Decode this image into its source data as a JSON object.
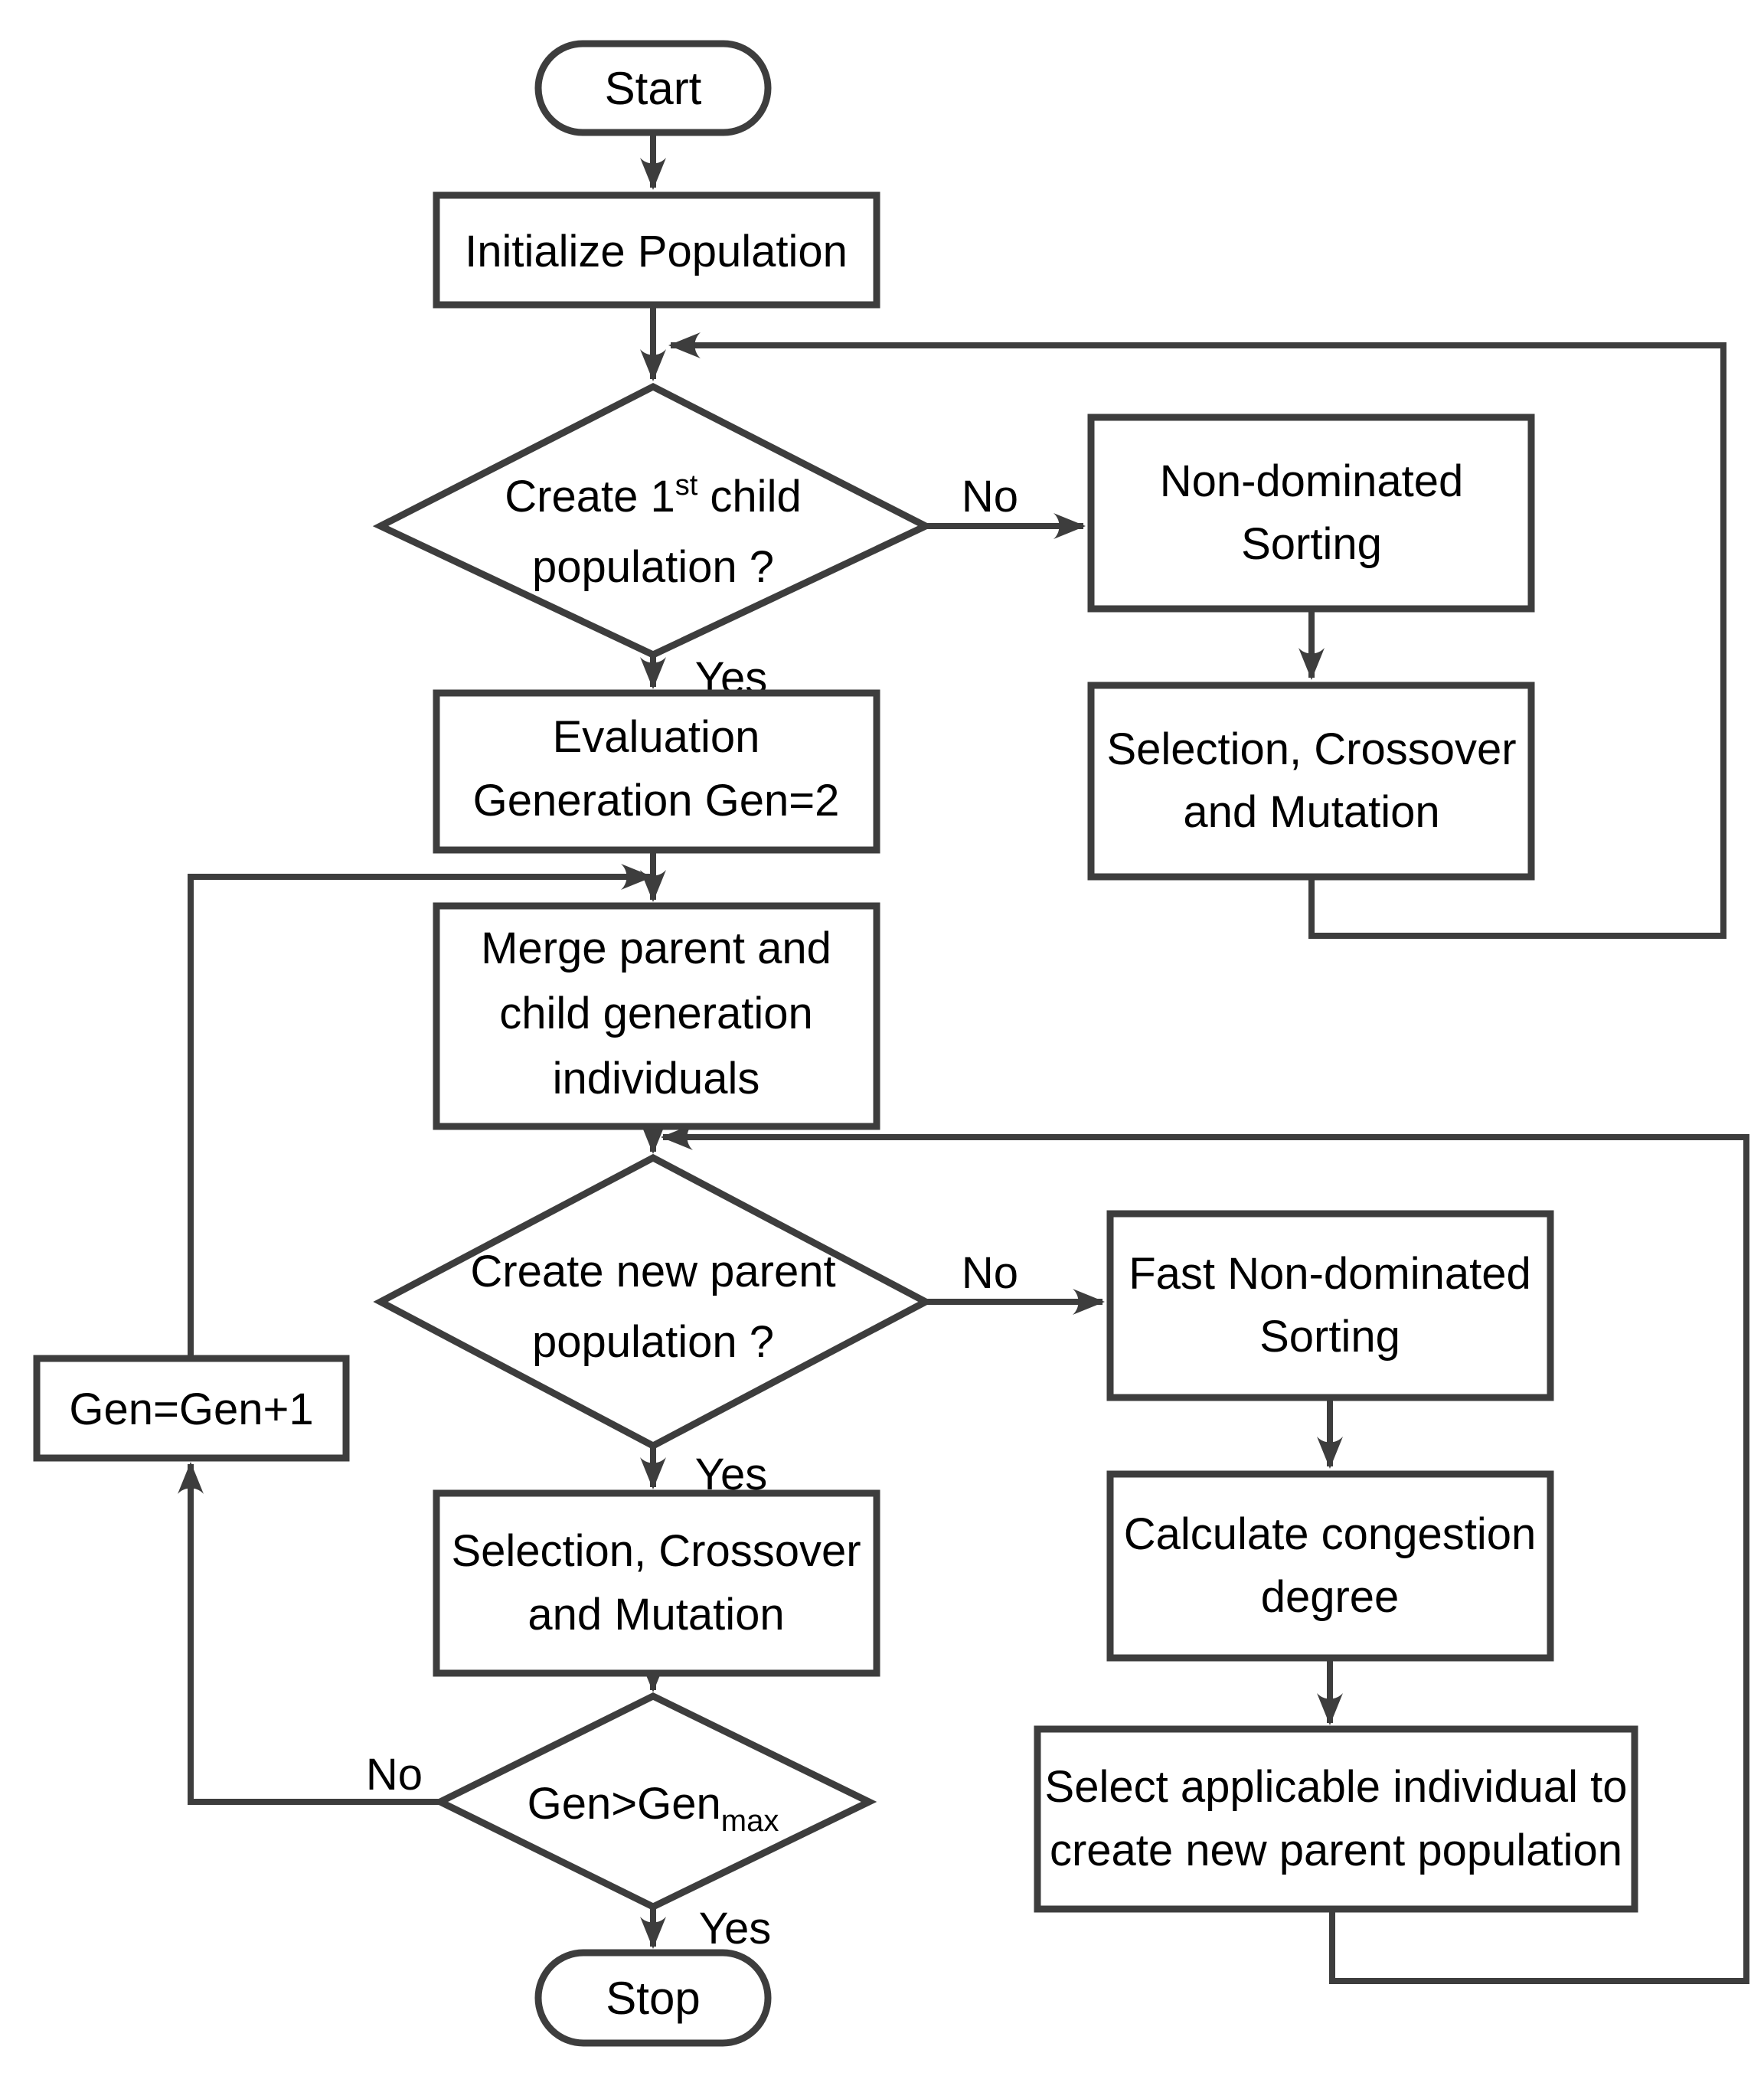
{
  "diagram": {
    "type": "flowchart",
    "algorithm": "NSGA-II genetic algorithm loop",
    "colors": {
      "background": "#ffffff",
      "line": "#3d3d3d",
      "text": "#000000",
      "shape_fill": "#ffffff"
    },
    "nodes": {
      "start": {
        "label": "Start",
        "shape": "terminator"
      },
      "init": {
        "label": "Initialize Population",
        "shape": "process"
      },
      "d1": {
        "shape": "decision",
        "line1_pre": "Create 1",
        "line1_sup": "st",
        "line1_post": " child",
        "line2": "population ?"
      },
      "nds": {
        "line1": "Non-dominated",
        "line2": "Sorting",
        "shape": "process"
      },
      "scm_right": {
        "line1": "Selection, Crossover",
        "line2": "and Mutation",
        "shape": "process"
      },
      "eval": {
        "line1": "Evaluation",
        "line2": "Generation Gen=2",
        "shape": "process"
      },
      "merge": {
        "line1": "Merge parent and",
        "line2": "child generation",
        "line3": "individuals",
        "shape": "process"
      },
      "d2": {
        "line1": "Create new parent",
        "line2": "population ?",
        "shape": "decision"
      },
      "fnds": {
        "line1": "Fast Non-dominated",
        "line2": "Sorting",
        "shape": "process"
      },
      "calc": {
        "line1": "Calculate congestion",
        "line2": "degree",
        "shape": "process"
      },
      "select": {
        "line1": "Select applicable individual to",
        "line2": "create new parent population",
        "shape": "process"
      },
      "scm_left": {
        "line1": "Selection, Crossover",
        "line2": "and Mutation",
        "shape": "process"
      },
      "gen_inc": {
        "label": "Gen=Gen+1",
        "shape": "process"
      },
      "d3": {
        "shape": "decision",
        "pre": "Gen>Gen",
        "sub": "max"
      },
      "stop": {
        "label": "Stop",
        "shape": "terminator"
      }
    },
    "edge_labels": {
      "no1": "No",
      "yes1": "Yes",
      "no2": "No",
      "yes2": "Yes",
      "no3": "No",
      "yes3": "Yes"
    }
  }
}
